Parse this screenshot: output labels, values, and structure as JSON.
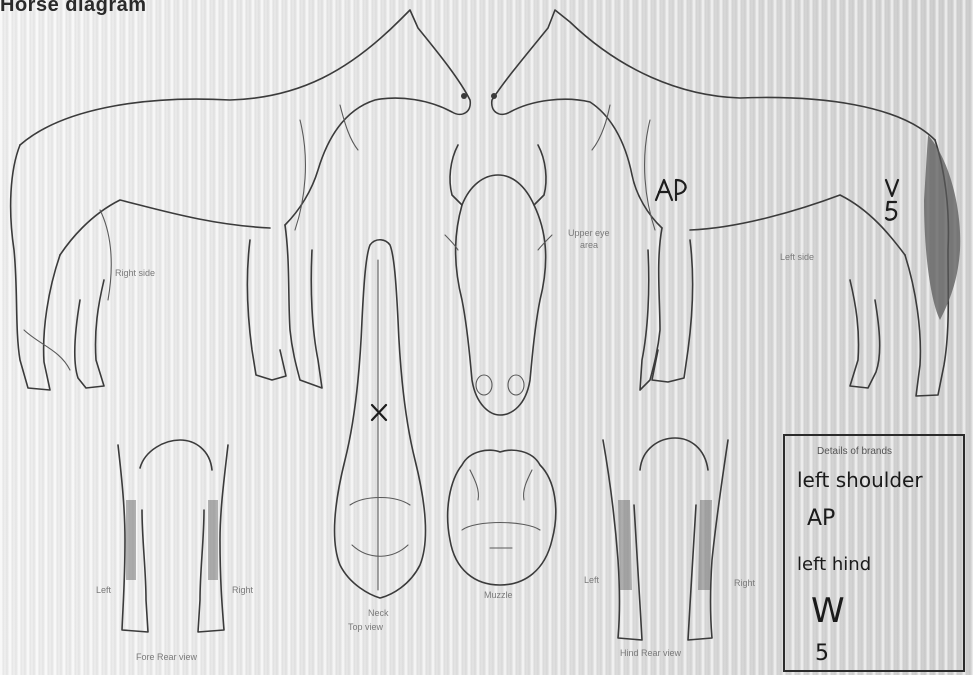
{
  "title": "Horse diagram",
  "labels": {
    "right_side": "Right side",
    "left_side": "Left side",
    "upper_eye": "Upper eye",
    "upper_eye_2": "area",
    "neck_top": "Neck",
    "neck_top_2": "Top view",
    "muzzle": "Muzzle",
    "fore_left": "Left",
    "fore_right": "Right",
    "fore_caption": "Fore Rear view",
    "hind_left": "Left",
    "hind_right": "Right",
    "hind_caption": "Hind Rear view"
  },
  "markings": {
    "neck_mark": "X",
    "shoulder_mark": "AP",
    "hip_mark": "V",
    "hip_mark_2": "5"
  },
  "branding": {
    "heading": "Details of brands",
    "line1": "left shoulder",
    "line2": "AP",
    "line3": "left hind",
    "line4": "W",
    "line5": "5"
  }
}
